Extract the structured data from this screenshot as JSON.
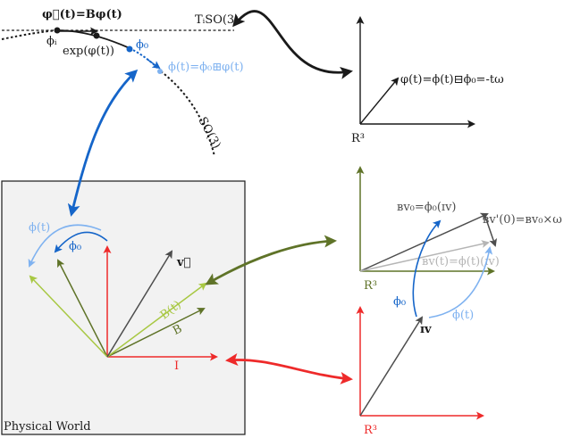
{
  "colors": {
    "black": "#1a1a1a",
    "dark_blue": "#1565c9",
    "light_blue": "#7fb2f0",
    "red": "#ee2a2a",
    "olive": "#5f7328",
    "light_green": "#a8c843",
    "gray_dark": "#4d4d4d",
    "gray_light": "#b5b5b5",
    "panel_bg": "#f2f2f2"
  },
  "top_left": {
    "phi_dot_eq": "φ⃗(t)=Bφ(t)",
    "tangent_label": "TᵢSO(3)",
    "phi_I": "ϕᵢ",
    "exp_label": "exp(φ(t))",
    "phi_0": "ϕ₀",
    "phi_t_eq": "ϕ(t)=ϕ₀⊞φ(t)",
    "so3_label": "SO(3)"
  },
  "top_right": {
    "equation": "φ(t)=ϕ(t)⊟ϕ₀=-tω",
    "space_label": "R³"
  },
  "physical_world": {
    "title": "Physical World",
    "phi_t": "ϕ(t)",
    "phi_0": "ϕ₀",
    "v_label": "v⃗",
    "B_t": "B(t)",
    "B": "B",
    "I": "I"
  },
  "mid_right": {
    "eq_top": "ʙv₀=ϕ₀(ɪv)",
    "eq_deriv": "ʙv'(0)=ʙv₀×ω",
    "eq_vt": "ʙv(t)=ϕ(t)(ɪv)",
    "phi_0": "ϕ₀",
    "space_label": "R³"
  },
  "bottom_right": {
    "phi_t": "ϕ(t)",
    "Iv": "ɪv",
    "space_label": "R³"
  }
}
